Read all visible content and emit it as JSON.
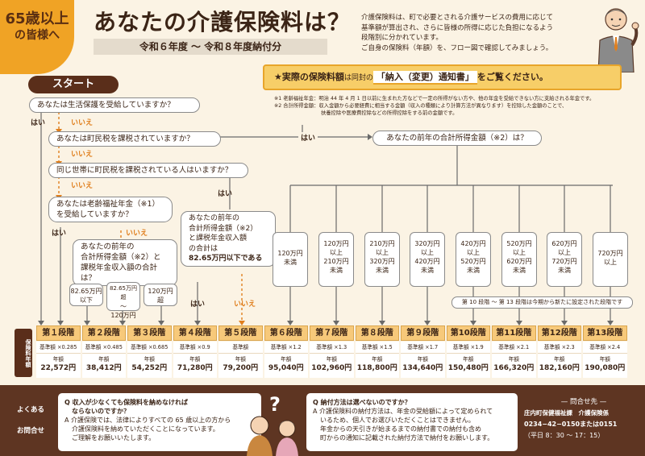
{
  "badge": {
    "line1": "65歳以上",
    "line2": "の皆様へ"
  },
  "title": "あなたの介護保険料は？",
  "subtitle": "令和６年度 〜 令和８年度納付分",
  "intro": [
    "介護保険料は、町で必要とされる介護サービスの費用に応じて",
    "基準額が算出され、さらに皆様の所得に応じた負担になるよう",
    "段階別に分かれています。",
    "ご自身の保険料（年額）を、フロー図で確認してみましょう。"
  ],
  "start_label": "スタート",
  "notice": {
    "prefix": "★実際の保険料額",
    "mid": "は同封の",
    "highlight": "「納入（変更）通知書」",
    "suffix": "をご覧ください。"
  },
  "notes": [
    "※1 老齢福祉年金：明治 44 年 4 月 1 日以前に生まれた方などで一定の所得がない方や、他の年金を受給できない方に支給される年金です。",
    "※2 合計所得金額：収入金額から必要経費に相当する金額（収入の種類により計算方法が異なります）を控除した金額のことで、",
    "扶養控除や医療費控除などの所得控除をする前の金額です。"
  ],
  "questions": {
    "q1": "あなたは生活保護を受給していますか？",
    "q2": "あなたは町民税を課税されていますか？",
    "q3": "同じ世帯に町民税を課税されている人はいますか？",
    "q4a": "あなたは老齢福祉年金（※1）",
    "q4b": "を受給していますか？",
    "q5a": "あなたの前年の",
    "q5b": "合計所得金額（※2）と",
    "q5c": "課税年金収入額の合計は？",
    "q6a": "あなたの前年の",
    "q6b": "合計所得金額（※2）",
    "q6c": "と課税年金収入額",
    "q6d": "の合計は",
    "q6e": "82.65万円以下である",
    "q7": "あなたの前年の合計所得金額（※2）は？"
  },
  "yes": "はい",
  "no": "いいえ",
  "brackets_low": [
    {
      "l1": "82.65万円",
      "l2": "以下"
    },
    {
      "l1": "82.65万円超",
      "l2": "〜",
      "l3": "120万円"
    },
    {
      "l1": "120万円",
      "l2": "超"
    }
  ],
  "brackets_high": [
    {
      "l1": "120万円",
      "l2": "未満"
    },
    {
      "l1": "120万円",
      "l2": "以上",
      "l3": "210万円",
      "l4": "未満"
    },
    {
      "l1": "210万円",
      "l2": "以上",
      "l3": "320万円",
      "l4": "未満"
    },
    {
      "l1": "320万円",
      "l2": "以上",
      "l3": "420万円",
      "l4": "未満"
    },
    {
      "l1": "420万円",
      "l2": "以上",
      "l3": "520万円",
      "l4": "未満"
    },
    {
      "l1": "520万円",
      "l2": "以上",
      "l3": "620万円",
      "l4": "未満"
    },
    {
      "l1": "620万円",
      "l2": "以上",
      "l3": "720万円",
      "l4": "未満"
    },
    {
      "l1": "720万円",
      "l2": "以上"
    }
  ],
  "new_stage_note": "第 10 段階 〜 第 13 段階は今期から新たに設定された段階です",
  "side_label": "保険料年額",
  "stages": [
    {
      "name": "第１段階",
      "rate": "基準額 ×0.285",
      "amount": "22,572円"
    },
    {
      "name": "第２段階",
      "rate": "基準額 ×0.485",
      "amount": "38,412円"
    },
    {
      "name": "第３段階",
      "rate": "基準額 ×0.685",
      "amount": "54,252円"
    },
    {
      "name": "第４段階",
      "rate": "基準額 ×0.9",
      "amount": "71,280円"
    },
    {
      "name": "第５段階",
      "rate": "基準額",
      "amount": "79,200円"
    },
    {
      "name": "第６段階",
      "rate": "基準額 ×1.2",
      "amount": "95,040円"
    },
    {
      "name": "第７段階",
      "rate": "基準額 ×1.3",
      "amount": "102,960円"
    },
    {
      "name": "第８段階",
      "rate": "基準額 ×1.5",
      "amount": "118,800円"
    },
    {
      "name": "第９段階",
      "rate": "基準額 ×1.7",
      "amount": "134,640円"
    },
    {
      "name": "第10段階",
      "rate": "基準額 ×1.9",
      "amount": "150,480円"
    },
    {
      "name": "第11段階",
      "rate": "基準額 ×2.1",
      "amount": "166,320円"
    },
    {
      "name": "第12段階",
      "rate": "基準額 ×2.3",
      "amount": "182,160円"
    },
    {
      "name": "第13段階",
      "rate": "基準額 ×2.4",
      "amount": "190,080円"
    }
  ],
  "year_label": "年額",
  "footer": {
    "faq1": "よくある",
    "faq2": "お問合せ",
    "qa1": {
      "q1": "Q 収入が少なくても保険料を納めなければ",
      "q2": "ならないのですか？",
      "a1": "A 介護保険では、法律によりすべての 65 歳以上の方から",
      "a2": "介護保険料を納めていただくことになっています。",
      "a3": "ご理解をお願いいたします。"
    },
    "qa2": {
      "q": "Q 納付方法は選べないのですか？",
      "a1": "A 介護保険料の納付方法は、年金の受給額によって定められて",
      "a2": "いるため、個人でお選びいただくことはできません。",
      "a3": "年金からの天引きが始まるまでの納付書での納付も含め",
      "a4": "町からの通知に記載された納付方法で納付をお願いします。"
    },
    "contact_head": "— 問合せ先 —",
    "contact_dept": "庄内町保健福祉課　介護保険係",
    "contact_tel": "0234−42−0150または0151",
    "contact_hours": "（平日 8：30 〜 17：15）"
  },
  "colors": {
    "accent": "#f0a325",
    "brown": "#5e3522",
    "orange_text": "#e07f1e",
    "stage": "#f7c97a",
    "bg": "#fbf3e4"
  }
}
